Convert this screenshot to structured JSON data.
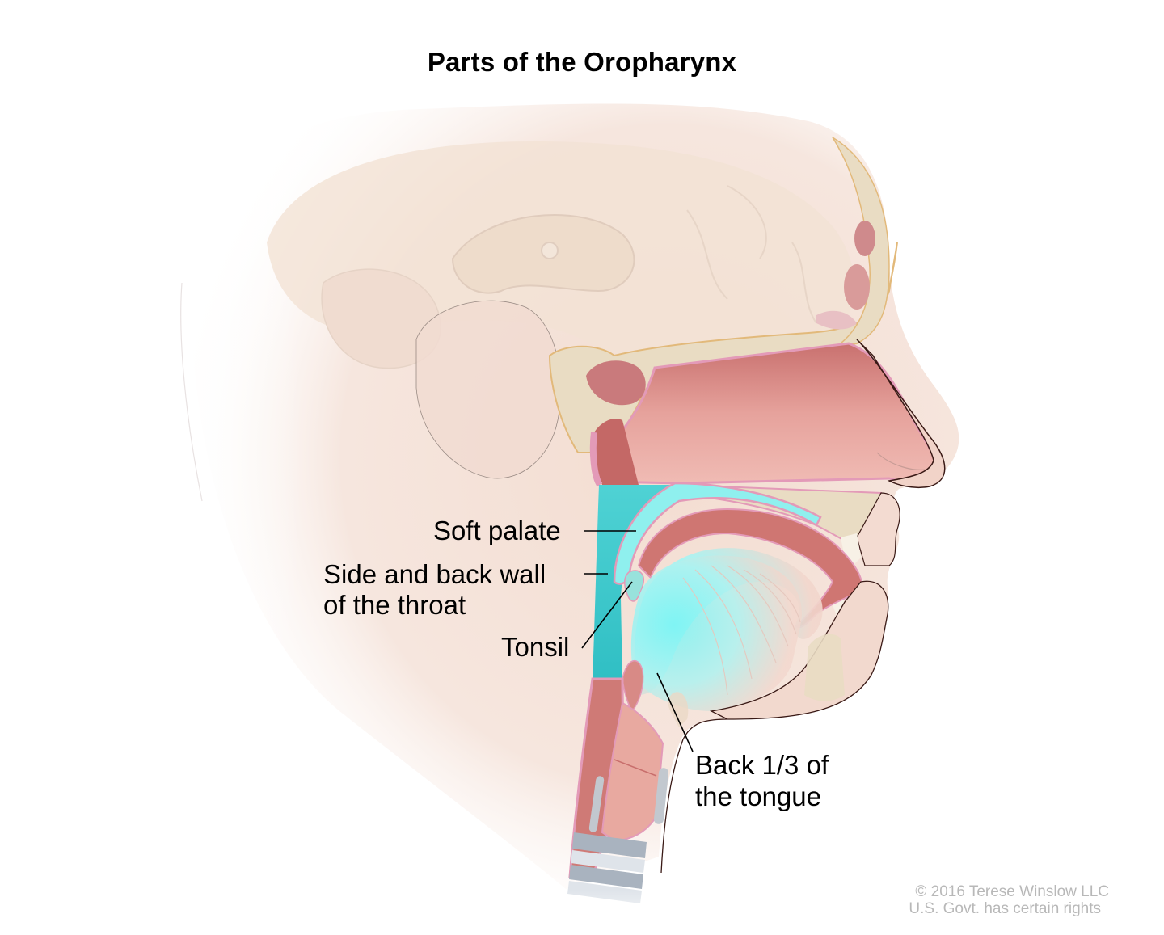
{
  "title": "Parts of the Oropharynx",
  "labels": {
    "soft_palate": "Soft palate",
    "side_back_wall_line1": "Side and back wall",
    "side_back_wall_line2": "of the throat",
    "tonsil": "Tonsil",
    "back_tongue_line1": "Back 1/3 of",
    "back_tongue_line2": "the tongue"
  },
  "credit": {
    "line1": "© 2016 Terese Winslow LLC",
    "line2": "U.S. Govt. has certain rights"
  },
  "colors": {
    "highlight": "#7ef0f0",
    "highlight_dark": "#3cc8cc",
    "mucosa": "#d98a86",
    "mucosa_light": "#eab0a8",
    "lining": "#e79ac0",
    "bone": "#e8dcc4",
    "skin": "#f4ddd2",
    "brain": "#f1e1d4",
    "cartilage": "#b9c2cc"
  }
}
